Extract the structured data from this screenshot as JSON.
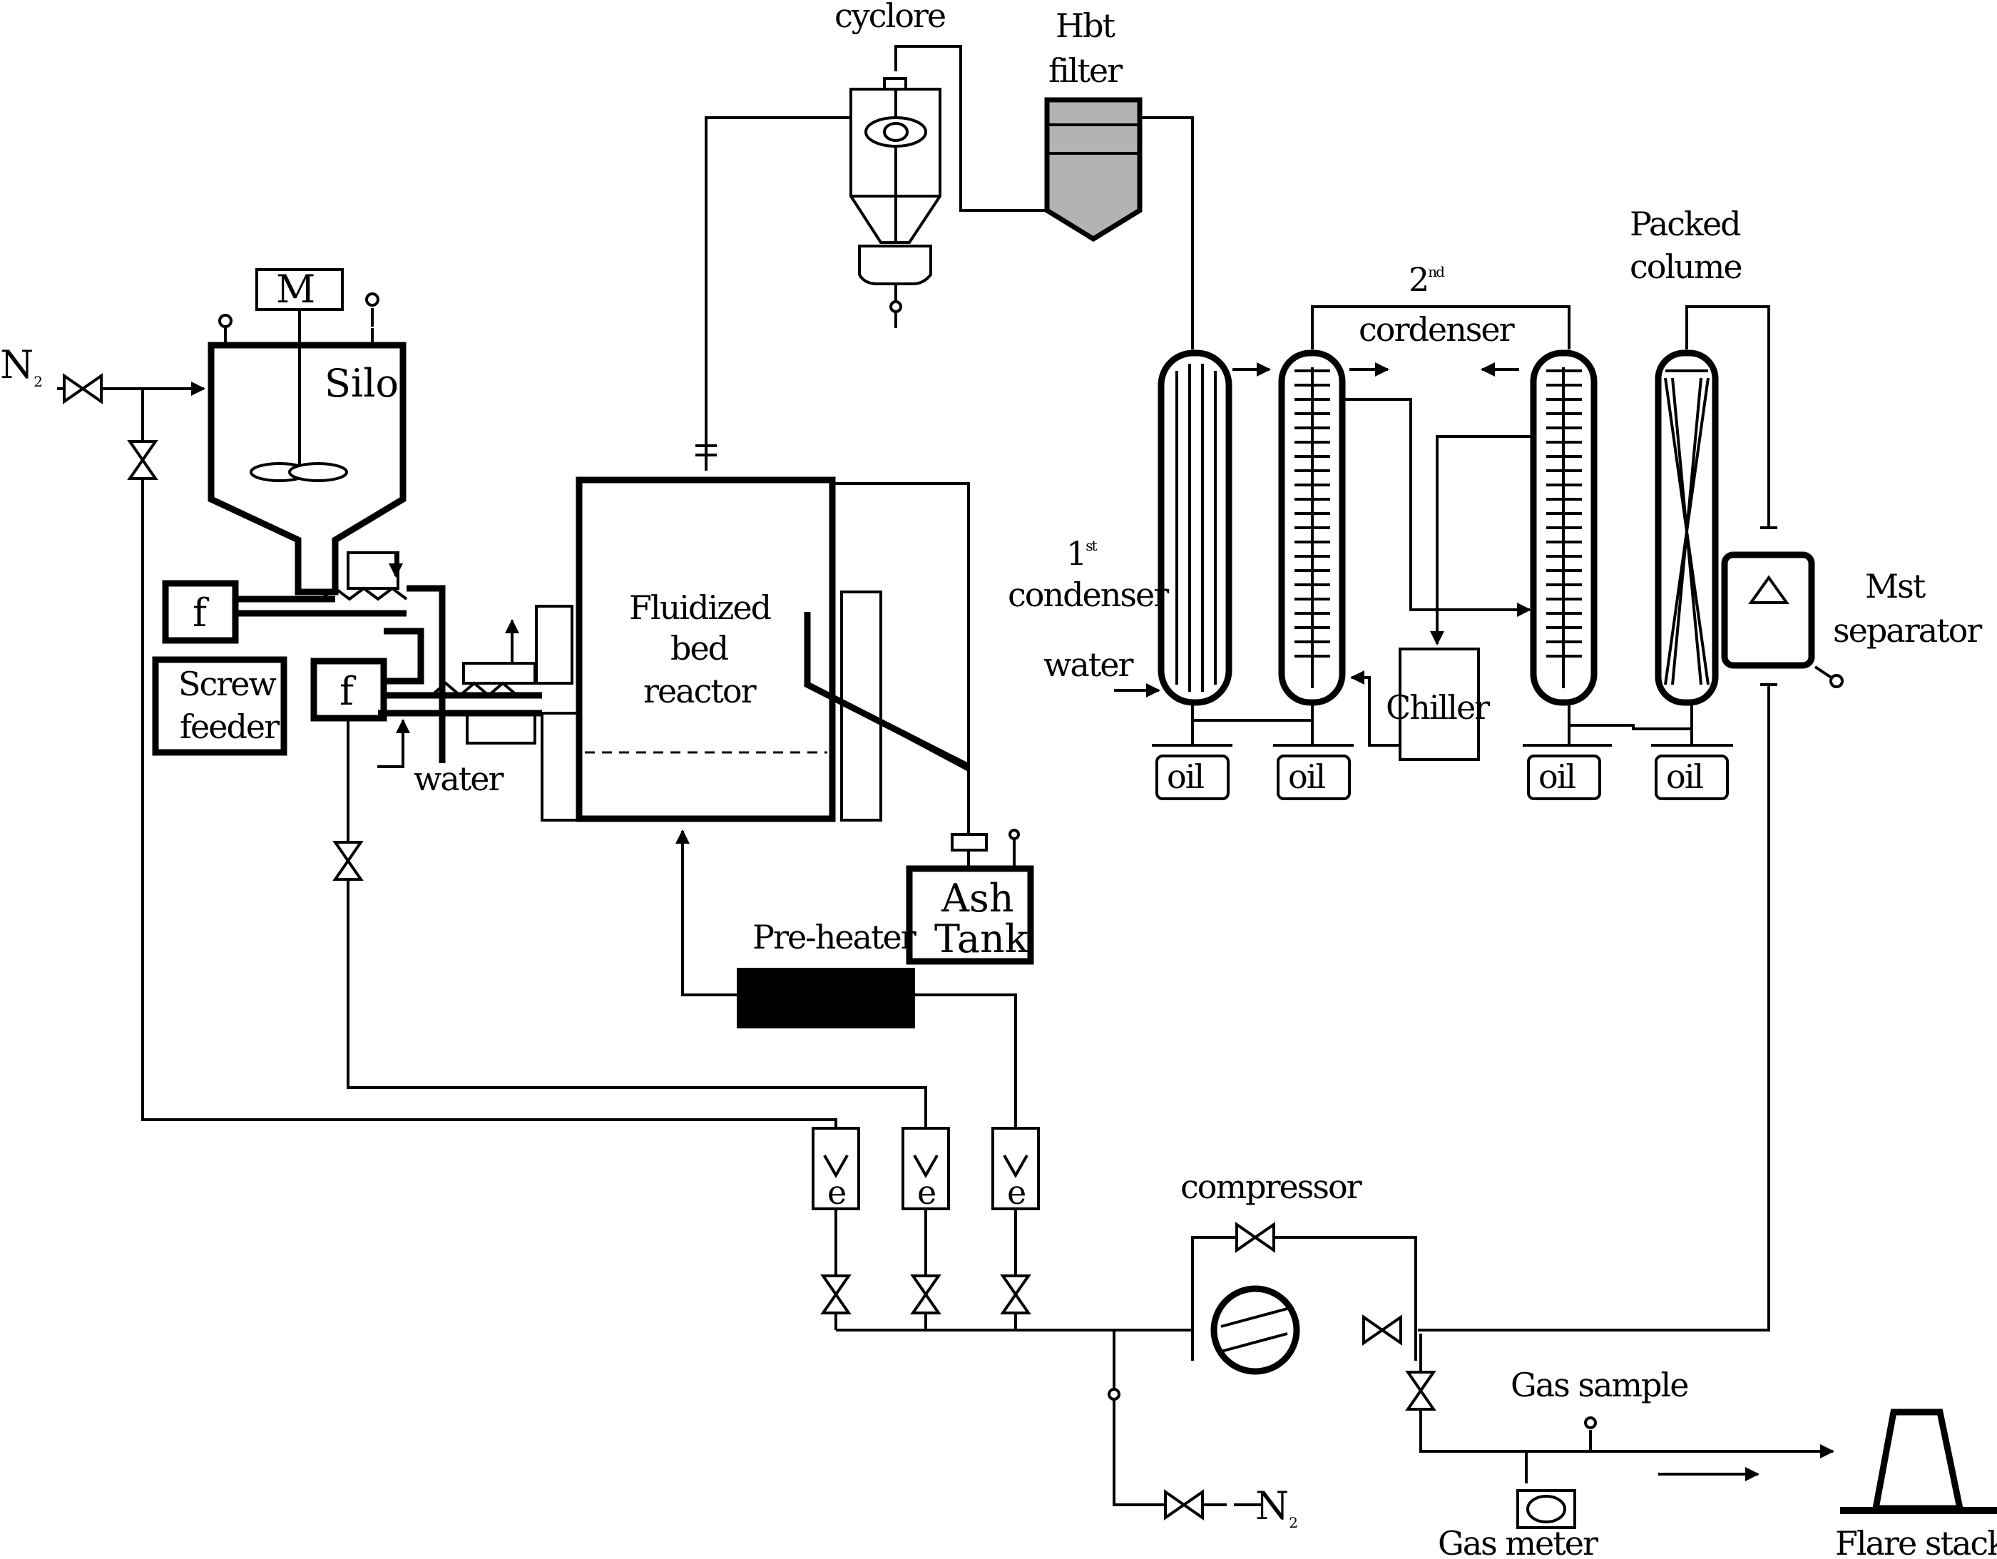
{
  "labels": {
    "cyclone": "cyclore",
    "hot_filter_l1": "Hbt",
    "hot_filter_l2": "filter",
    "packed_l1": "Packed",
    "packed_l2": "colume",
    "second_num": "2",
    "second_sup": "nd",
    "second_cond": "cordenser",
    "first_num": "1",
    "first_sup": "st",
    "first_cond": "condenser",
    "water_cond": "water",
    "mist_l1": "Mst",
    "mist_l2": "separator",
    "chiller": "Chiller",
    "oil": "oil",
    "motor": "M",
    "silo": "Silo",
    "n2_top": "N",
    "n2_bottom": "N",
    "n2_sub": "2",
    "feeder_f": "f",
    "screw_l1": "Screw",
    "screw_l2": "feeder",
    "water_feeder": "water",
    "reactor_l1": "Fluidized",
    "reactor_l2": "bed",
    "reactor_l3": "reactor",
    "ash_l1": "Ash",
    "ash_l2": "Tank",
    "preheater": "Pre-heater",
    "flowmeter_v": "V",
    "flowmeter_e": "e",
    "compressor": "compressor",
    "gas_sample": "Gas sample",
    "gas_meter": "Gas meter",
    "flare": "Flare stack"
  },
  "colors": {
    "line": "#000000",
    "filter_fill": "#b3b3b3",
    "preheater_fill": "#000000",
    "background": "#ffffff"
  }
}
